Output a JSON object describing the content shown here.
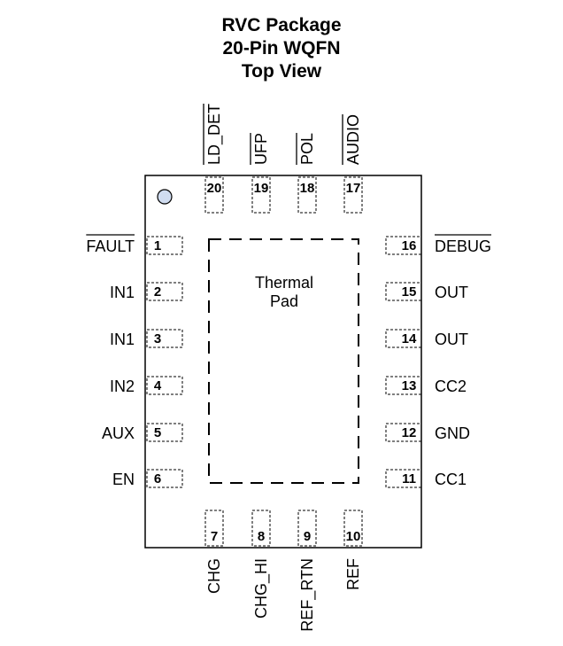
{
  "header": {
    "line1": "RVC Package",
    "line2": "20-Pin WQFN",
    "line3": "Top View"
  },
  "thermal_pad": {
    "line1": "Thermal",
    "line2": "Pad"
  },
  "pins": {
    "left": [
      {
        "num": "1",
        "name": "FAULT",
        "overbar": true
      },
      {
        "num": "2",
        "name": "IN1",
        "overbar": false
      },
      {
        "num": "3",
        "name": "IN1",
        "overbar": false
      },
      {
        "num": "4",
        "name": "IN2",
        "overbar": false
      },
      {
        "num": "5",
        "name": "AUX",
        "overbar": false
      },
      {
        "num": "6",
        "name": "EN",
        "overbar": false
      }
    ],
    "right": [
      {
        "num": "16",
        "name": "DEBUG",
        "overbar": true
      },
      {
        "num": "15",
        "name": "OUT",
        "overbar": false
      },
      {
        "num": "14",
        "name": "OUT",
        "overbar": false
      },
      {
        "num": "13",
        "name": "CC2",
        "overbar": false
      },
      {
        "num": "12",
        "name": "GND",
        "overbar": false
      },
      {
        "num": "11",
        "name": "CC1",
        "overbar": false
      }
    ],
    "top": [
      {
        "num": "20",
        "name": "LD_DET",
        "overbar": true
      },
      {
        "num": "19",
        "name": "UFP",
        "overbar": true
      },
      {
        "num": "18",
        "name": "POL",
        "overbar": true
      },
      {
        "num": "17",
        "name": "AUDIO",
        "overbar": true
      }
    ],
    "bottom": [
      {
        "num": "7",
        "name": "CHG",
        "overbar": false
      },
      {
        "num": "8",
        "name": "CHG_HI",
        "overbar": false
      },
      {
        "num": "9",
        "name": "REF_RTN",
        "overbar": false
      },
      {
        "num": "10",
        "name": "REF",
        "overbar": false
      }
    ]
  },
  "colors": {
    "pin1_dot": "#d0dcf0"
  }
}
